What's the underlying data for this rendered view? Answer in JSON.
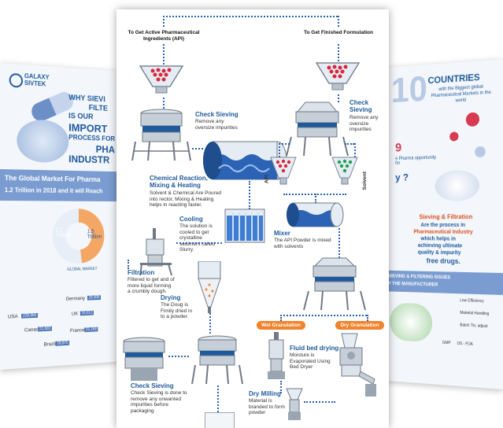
{
  "left_card": {
    "logo_line1": "GALAXY",
    "logo_line2": "SIVTEK",
    "headline_1": "WHY SIEVI",
    "headline_2": "FILTE",
    "headline_3": "IS OUR",
    "headline_4": "IMPORT",
    "headline_5": "PROCESS FOR",
    "headline_6": "PHA",
    "headline_7": "INDUSTR",
    "market_title": "The Global Market For Pharma",
    "market_sub": "1.2 Trillion in 2018 and it will Reach",
    "donut_a": "1.2 Trillion",
    "donut_b": "1.5 Trillion",
    "donut_caption": "GLOBAL MARKET",
    "countries": [
      "Germany",
      "USA",
      "UK",
      "Canada",
      "France",
      "Brazil"
    ],
    "values": [
      "28,906",
      "228,966",
      "16,613",
      "21,583",
      "21,168",
      "18,870"
    ]
  },
  "right_card": {
    "big_number": "10",
    "countries_title": "COUNTRIES",
    "countries_sub": "with the Biggest global Pharmaceutical Markets in the world",
    "partial_number": "9",
    "partial_text": "e Pharma opportunity for",
    "question_mark": "y ?",
    "sieving_title": "Sieving & Filtration",
    "sieving_line1": "Are the process in",
    "sieving_line2": "Pharmaceutical Industry",
    "sieving_line3": "which helps in",
    "sieving_line4": "achieving ultimate",
    "sieving_line5": "quality & impurity",
    "sieving_line6": "free drugs.",
    "issues_title": "SIEVING & FILTERING ISSUES",
    "issues_sub": "Y THE MANUFACTURER",
    "issue_items": [
      "Low Efficiency",
      "Material Handling",
      "Batch Tin. adjust",
      "GMP",
      "US - FDA"
    ]
  },
  "main": {
    "left_header": "To Get Active Pharmaceutical Ingredients (API)",
    "right_header": "To Get Finished Formulation",
    "check_sieving_1_title": "Check Sieving",
    "check_sieving_1_text": "Remove any oversize impurities",
    "chem_title": "Chemical Reaction, Mixing & Heating",
    "chem_text": "Solvent & Chemical Are Poured into rector, Mixing & Heating helps in reacting faster.",
    "cooling_title": "Cooling",
    "cooling_text": "The solution is cooled to get crystalline sediment called Slurry.",
    "filtration_title": "Filtration",
    "filtration_text": "Filtered to get and of more liquid forming a crumbly dough.",
    "drying_title": "Drying",
    "drying_text": "The Doug is Fimily dried in to a powder.",
    "check_sieving_2_title": "Check Sieving",
    "check_sieving_2_text": "Check Sieving is done to remove any unwanted impurities before packaging",
    "check_sieving_r_title": "Check Sieving",
    "check_sieving_r_text": "Remove any oversize impurities",
    "api_label": "API",
    "solvent_label": "Solvent",
    "mixer_title": "Mixer",
    "mixer_text": "The API Powder is mixed with solvents",
    "wet_granulation": "Wet Granulation",
    "dry_granulation": "Dry Granulation",
    "fluid_bed_title": "Fluid bed drying",
    "fluid_bed_text": "Moisture is Evaporated Using Bed Dryer",
    "dry_milling_title": "Dry Milling",
    "dry_milling_text": "Material is branded to form powder"
  },
  "colors": {
    "brand_blue": "#1f5a9c",
    "dotted_blue": "#2a63b3",
    "orange": "#f0832b",
    "red_ball": "#d8283c",
    "green_ball": "#21a055"
  }
}
